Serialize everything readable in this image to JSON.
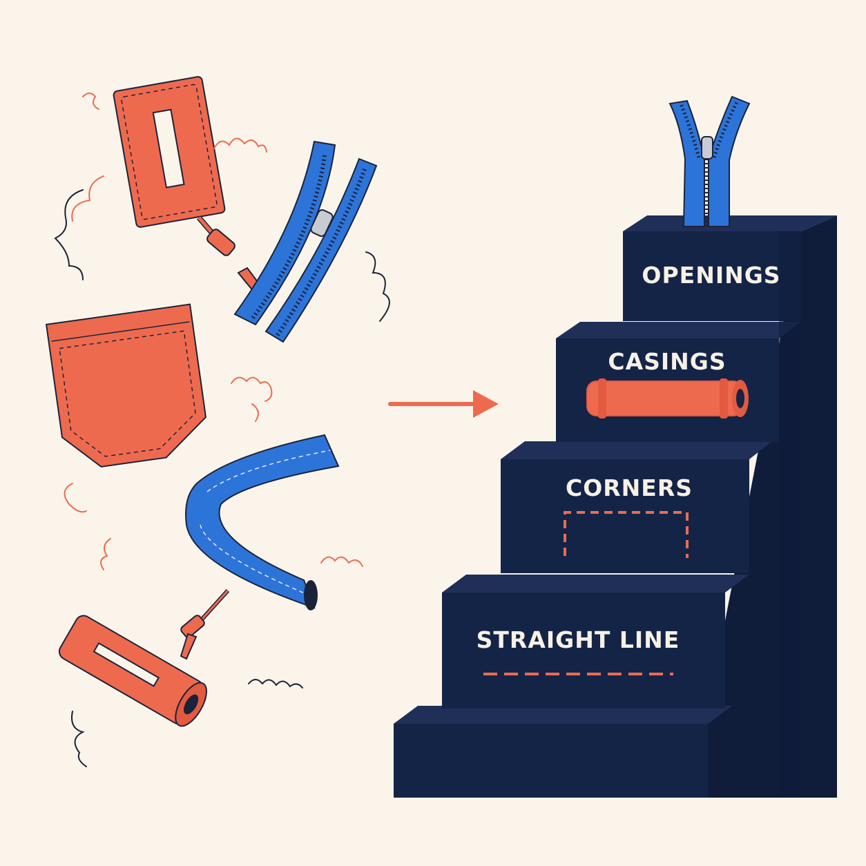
{
  "steps": [
    {
      "label": "OPENINGS"
    },
    {
      "label": "CASINGS"
    },
    {
      "label": "CORNERS"
    },
    {
      "label": "STRAIGHT LINE"
    }
  ],
  "colors": {
    "background": "#fbf4ea",
    "navy": "#142447",
    "coral": "#ee6a4f",
    "blue": "#2d74d9",
    "ink": "#1b2338"
  },
  "icons": [
    "zipper-icon",
    "casing-tube-icon",
    "corner-stitch-icon",
    "straight-stitch-icon",
    "pocket-icon",
    "bias-tape-icon",
    "arrow-right-icon"
  ]
}
